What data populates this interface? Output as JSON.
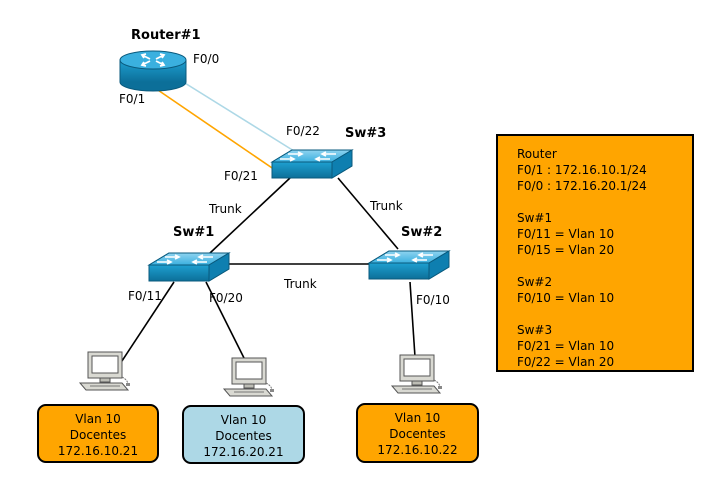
{
  "colors": {
    "info_box": "#ffa500",
    "host_vlan10": "#ffa500",
    "host_vlan20": "#add8e6",
    "link_f0_1": "#ffa500",
    "link_f0_0": "#add8e6",
    "device_blue": "#1e9fd0"
  },
  "devices": {
    "router": "Router#1",
    "sw1": "Sw#1",
    "sw2": "Sw#2",
    "sw3": "Sw#3"
  },
  "ports": {
    "router_f00": "F0/0",
    "router_f01": "F0/1",
    "sw3_f022": "F0/22",
    "sw3_f021": "F0/21",
    "sw1_f011": "F0/11",
    "sw1_f020": "F0/20",
    "sw2_f010": "F0/10"
  },
  "links": {
    "trunk_sw3_sw1": "Trunk",
    "trunk_sw3_sw2": "Trunk",
    "trunk_sw1_sw2": "Trunk"
  },
  "info_lines": [
    "Router",
    "F0/1 : 172.16.10.1/24",
    "F0/0 : 172.16.20.1/24",
    "",
    "Sw#1",
    "F0/11 = Vlan 10",
    "F0/15 = Vlan 20",
    "",
    "Sw#2",
    "F0/10 = Vlan 10",
    "",
    "Sw#3",
    "F0/21 = Vlan 10",
    "F0/22 = Vlan 20"
  ],
  "hosts": [
    {
      "vlan": "Vlan 10",
      "role": "Docentes",
      "ip": "172.16.10.21"
    },
    {
      "vlan": "Vlan 10",
      "role": "Docentes",
      "ip": "172.16.20.21"
    },
    {
      "vlan": "Vlan 10",
      "role": "Docentes",
      "ip": "172.16.10.22"
    }
  ],
  "icons": [
    "router-icon",
    "switch-icon",
    "pc-icon"
  ]
}
